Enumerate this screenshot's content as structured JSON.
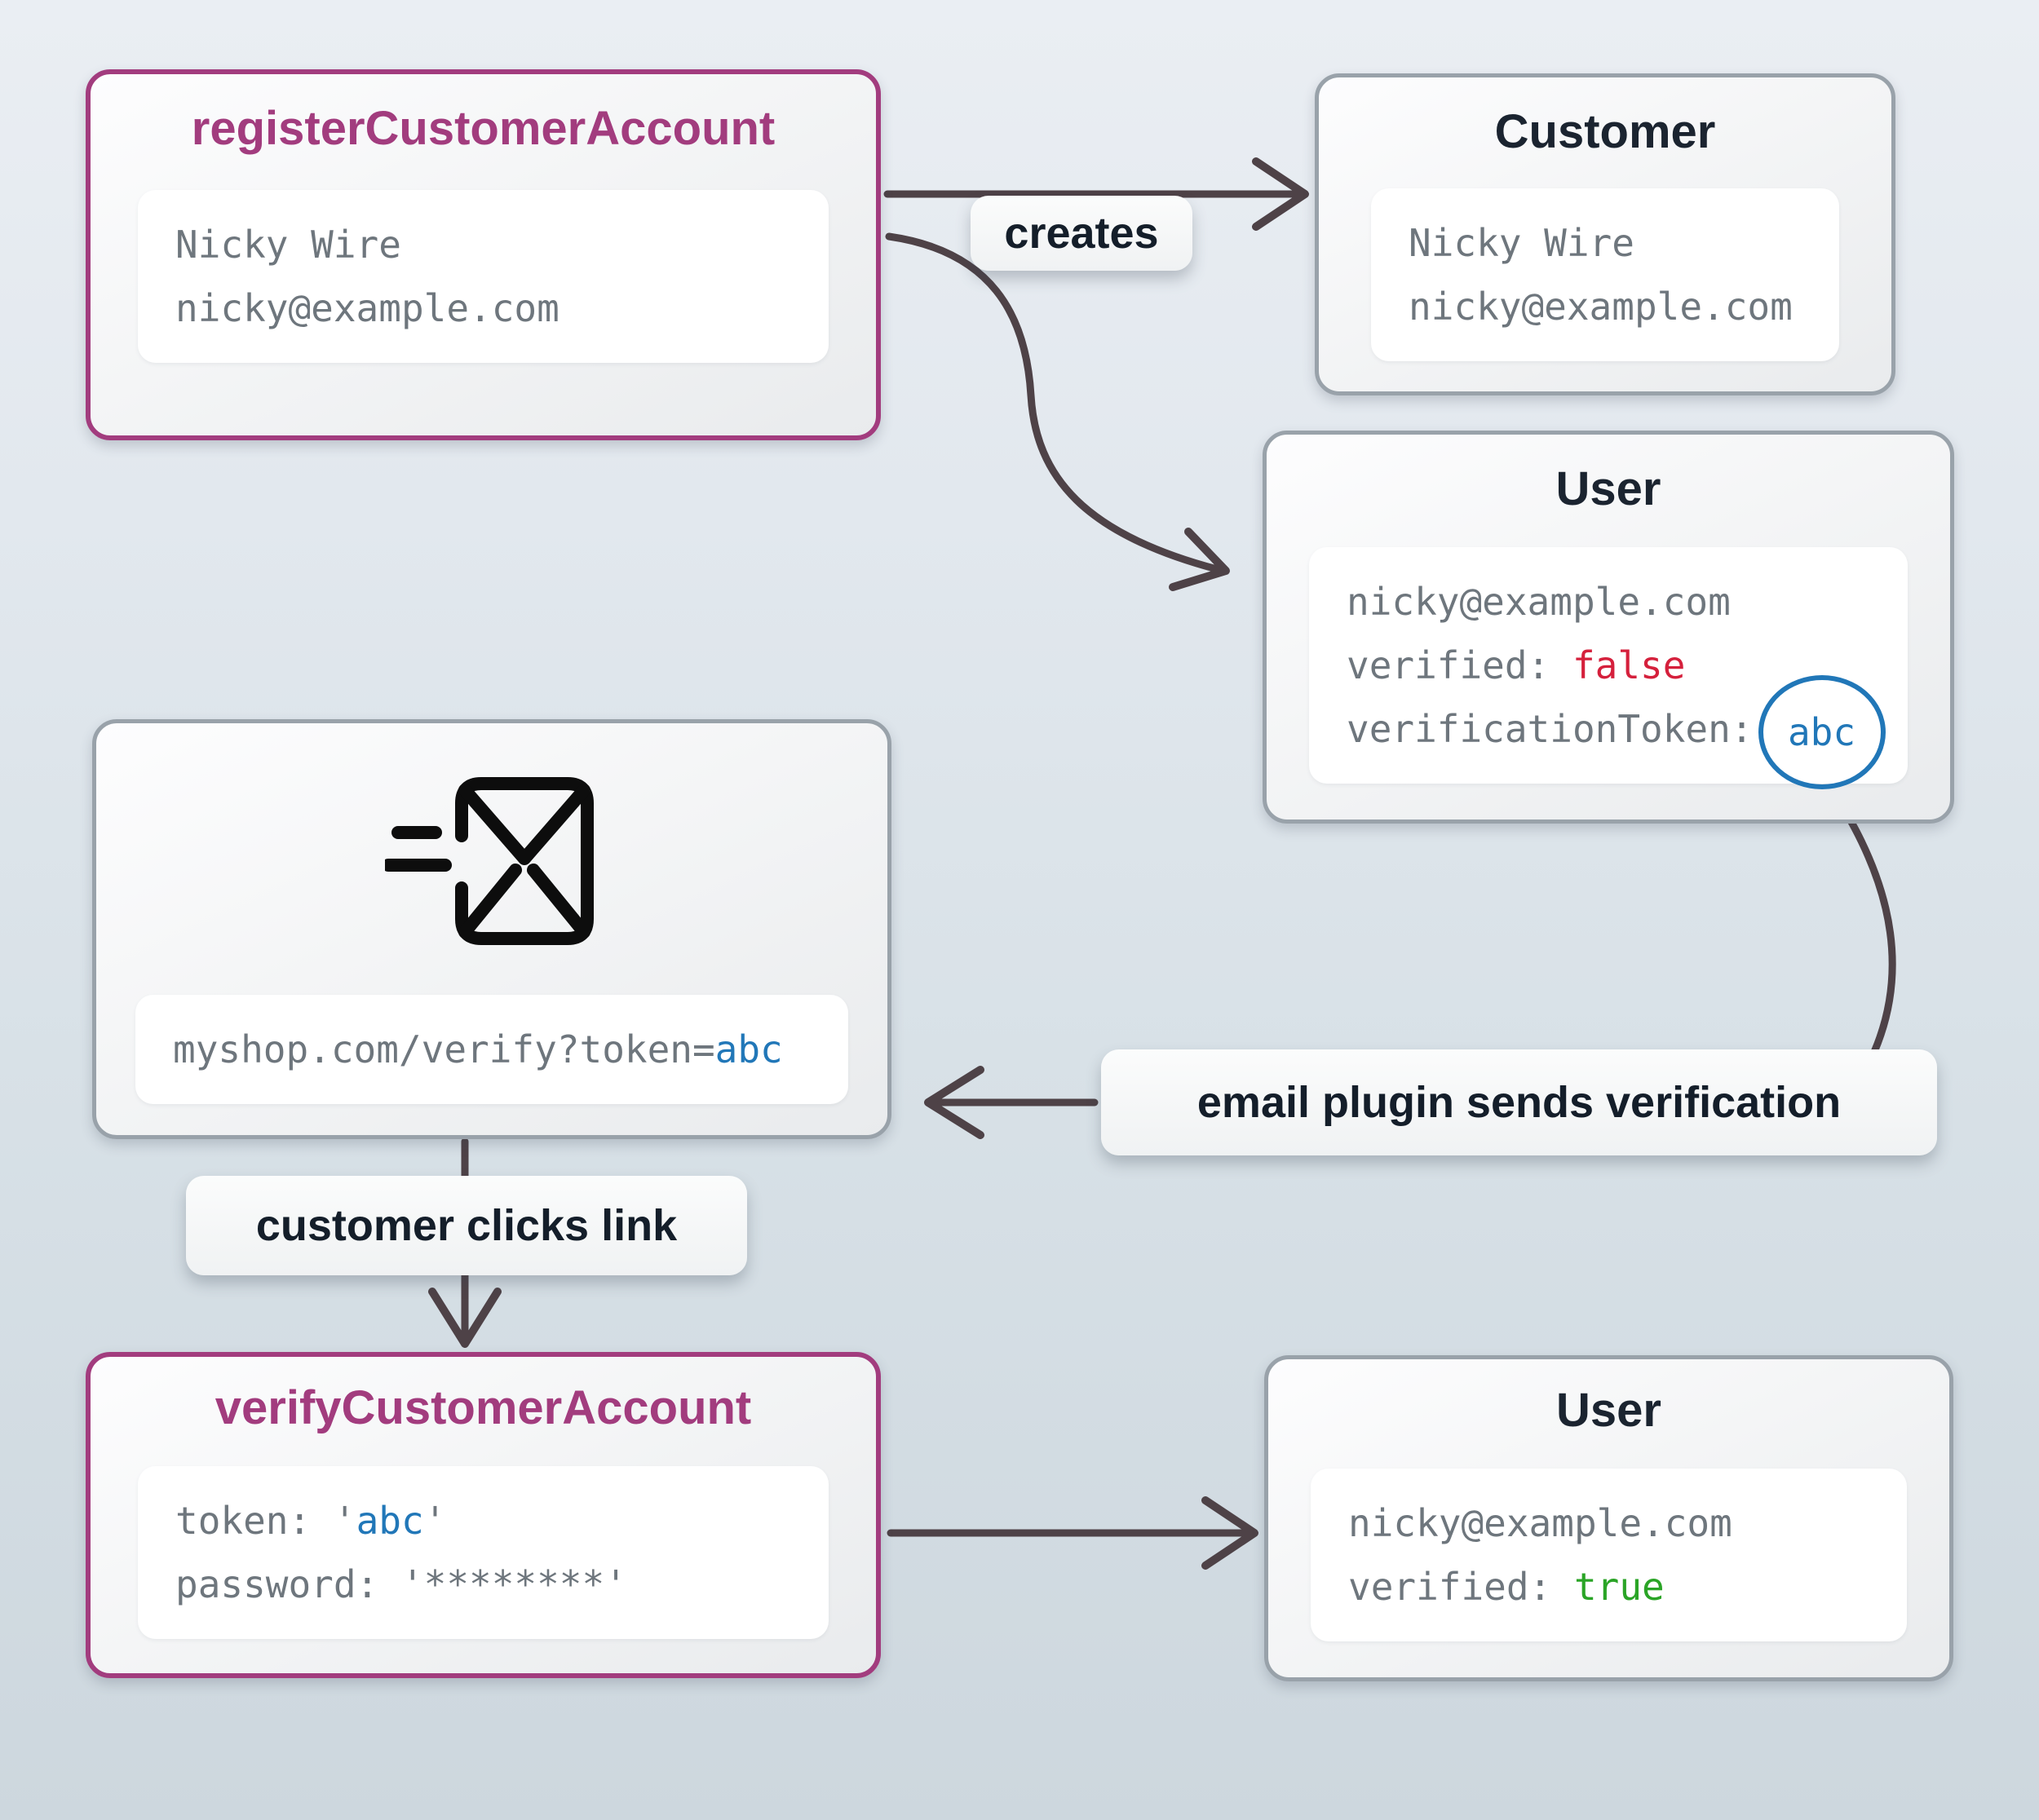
{
  "colors": {
    "accent_purple": "#a23c7e",
    "border_gray": "#99a2aa",
    "title_dark": "#1b2430",
    "code_gray": "#6e767d",
    "false_red": "#d5203c",
    "token_blue": "#2177b8",
    "true_green": "#2aa426",
    "arrow_dark": "#4e4247"
  },
  "boxes": {
    "register": {
      "title": "registerCustomerAccount",
      "lines": [
        "Nicky Wire",
        "nicky@example.com"
      ]
    },
    "customer": {
      "title": "Customer",
      "lines": [
        "Nicky Wire",
        "nicky@example.com"
      ]
    },
    "user_unverified": {
      "title": "User",
      "email": "nicky@example.com",
      "verified_key": "verified: ",
      "verified_value": "false",
      "token_key": "verificationToken:",
      "token_value": "abc"
    },
    "email": {
      "icon": "mail-fast-icon",
      "url_prefix": "myshop.com/verify?token=",
      "url_token": "abc"
    },
    "verify": {
      "title": "verifyCustomerAccount",
      "token_key": "token: ",
      "quote_open": "'",
      "token_value": "abc",
      "quote_close": "'",
      "password_line": "password: '********'"
    },
    "user_verified": {
      "title": "User",
      "email": "nicky@example.com",
      "verified_key": "verified: ",
      "verified_value": "true"
    }
  },
  "labels": {
    "creates": "creates",
    "email_plugin": "email plugin sends verification",
    "customer_clicks": "customer clicks link"
  }
}
